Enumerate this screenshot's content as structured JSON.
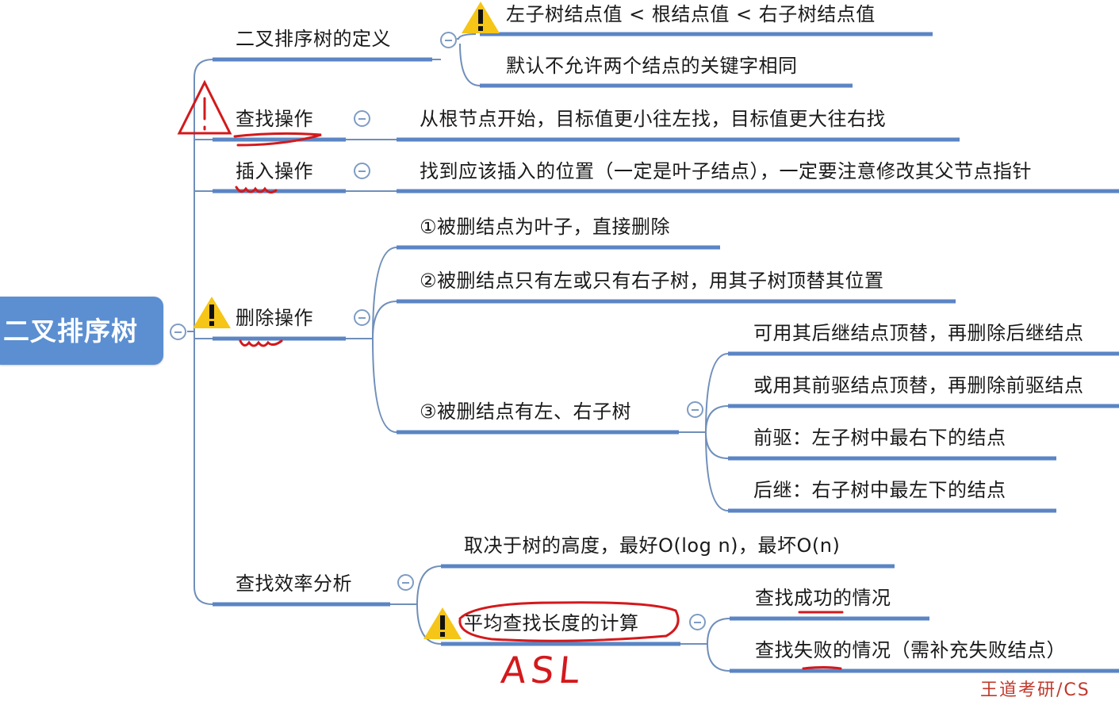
{
  "root": "二叉排序树",
  "branches": {
    "definition": {
      "label": "二叉排序树的定义",
      "children": [
        "左子树结点值 < 根结点值 < 右子树结点值",
        "默认不允许两个结点的关键字相同"
      ]
    },
    "search": {
      "label": "查找操作",
      "children": [
        "从根节点开始，目标值更小往左找，目标值更大往右找"
      ]
    },
    "insert": {
      "label": "插入操作",
      "children": [
        "找到应该插入的位置（一定是叶子结点），一定要注意修改其父节点指针"
      ]
    },
    "delete": {
      "label": "删除操作",
      "case1": "①被删结点为叶子，直接删除",
      "case2": "②被删结点只有左或只有右子树，用其子树顶替其位置",
      "case3": {
        "label": "③被删结点有左、右子树",
        "children": [
          "可用其后继结点顶替，再删除后继结点",
          "或用其前驱结点顶替，再删除前驱结点",
          "前驱：左子树中最右下的结点",
          "后继：右子树中最左下的结点"
        ]
      }
    },
    "efficiency": {
      "label": "查找效率分析",
      "depends": "取决于树的高度，最好O(log n)，最坏O(n)",
      "asl": {
        "label": "平均查找长度的计算",
        "children": [
          "查找成功的情况",
          "查找失败的情况（需补充失败结点）"
        ]
      }
    }
  },
  "annotations": {
    "handwritten": "ASL",
    "watermark": "王道考研/CS"
  },
  "colors": {
    "root_fill": "#5b8fd1",
    "connector": "#6f8fba",
    "underline": "#5b85c4",
    "annotation": "#d3191c",
    "warning": "#f5c518"
  }
}
